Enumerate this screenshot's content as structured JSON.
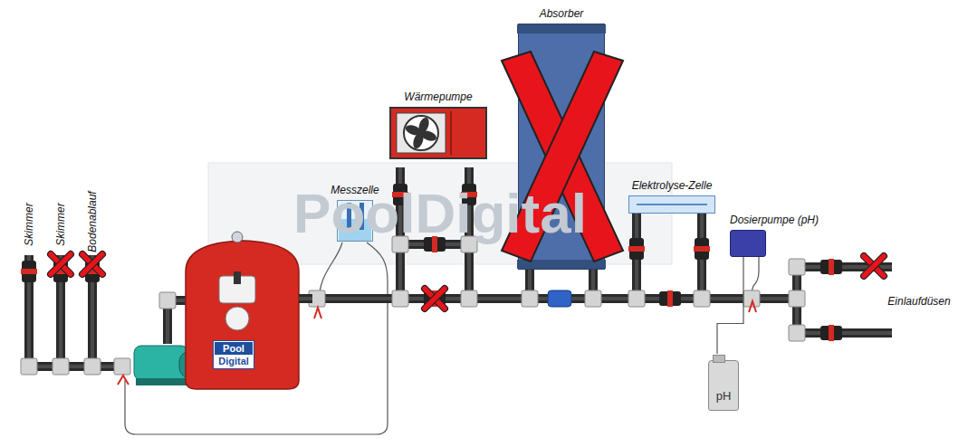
{
  "diagram": {
    "nodes": [
      {
        "text": [
          "Pool",
          "Digital"
        ]
      },
      {
        "text": [
          "Messzelle"
        ]
      },
      {
        "text": [
          "Wärmepumpe"
        ]
      },
      {
        "text": [
          "Absorber"
        ]
      },
      {
        "text": [
          "Elektrolyse-Zelle"
        ]
      },
      {
        "text": [
          "Dosierpumpe (pH)"
        ]
      },
      {
        "text": [
          "pH"
        ]
      }
    ],
    "edges": [
      {
        "from": 6,
        "to": 5,
        "arrow": "none"
      }
    ],
    "labels": [
      "Skimmer",
      "Skimmer",
      "Bodenablauf",
      "Einlaufdüsen",
      "PoolDigital"
    ]
  }
}
